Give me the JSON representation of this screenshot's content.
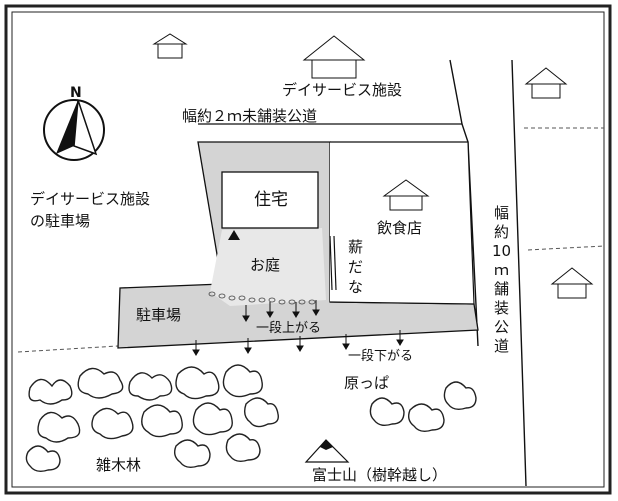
{
  "north": {
    "label": "N"
  },
  "labels": {
    "day_service_top": "デイサービス施設",
    "narrow_road": "幅約２ｍ未舗装公道",
    "day_service_parking_line1": "デイサービス施設",
    "day_service_parking_line2": "の駐車場",
    "house": "住宅",
    "restaurant": "飲食店",
    "wide_road_chars": [
      "幅",
      "約",
      "10",
      "ｍ",
      "舗",
      "装",
      "公",
      "道"
    ],
    "garden": "お庭",
    "firewood_rack_chars": [
      "薪",
      "だ",
      "な"
    ],
    "parking": "駐車場",
    "step_up": "一段上がる",
    "step_down": "一段下がる",
    "field": "原っぱ",
    "woods": "雑木林",
    "mt_fuji": "富士山（樹幹越し）"
  },
  "colors": {
    "paved": "#d4d4d4",
    "ink": "#111111",
    "frame": "#222222"
  }
}
